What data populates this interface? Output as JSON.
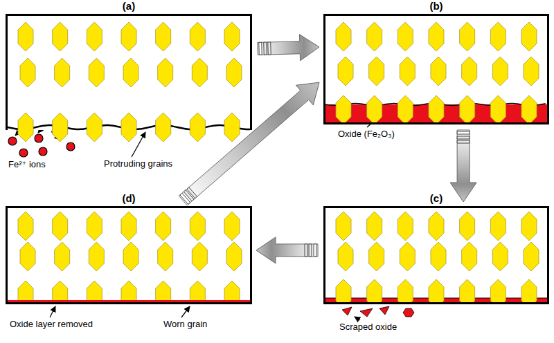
{
  "diagram": {
    "nodes": [
      {
        "text": [
          "(a)"
        ]
      },
      {
        "text": [
          "(b)"
        ]
      },
      {
        "text": [
          "(c)"
        ]
      },
      {
        "text": [
          "(d)"
        ]
      }
    ],
    "edges": [
      {
        "from": 0,
        "to": 1,
        "arrow": "to"
      },
      {
        "from": 1,
        "to": 2,
        "arrow": "to"
      },
      {
        "from": 2,
        "to": 3,
        "arrow": "to"
      },
      {
        "from": 3,
        "to": 1,
        "arrow": "to"
      }
    ],
    "labels": [
      "Fe²⁺ ions",
      "Protruding grains",
      "Oxide (Fe₂O₃)",
      "Scraped oxide",
      "Oxide layer removed",
      "Worn grain"
    ]
  }
}
